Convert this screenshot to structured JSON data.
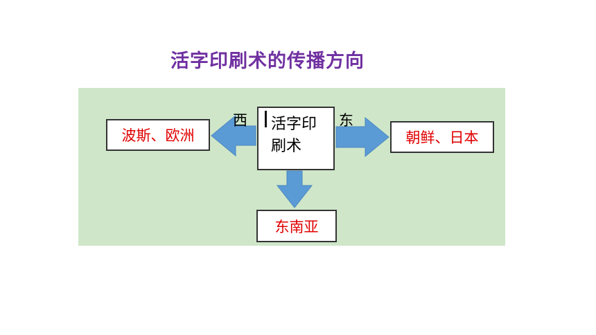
{
  "title": "活字印刷术的传播方向",
  "center": {
    "line1": "活字印",
    "line2": "刷术"
  },
  "directions": {
    "west": "西",
    "east": "东"
  },
  "destinations": {
    "west": "波斯、欧洲",
    "east": "朝鲜、日本",
    "south": "东南亚"
  },
  "colors": {
    "title": "#7030a0",
    "panel_background": "#cfe6c9",
    "arrow": "#5b9bd5",
    "destination_text": "#e00000"
  }
}
